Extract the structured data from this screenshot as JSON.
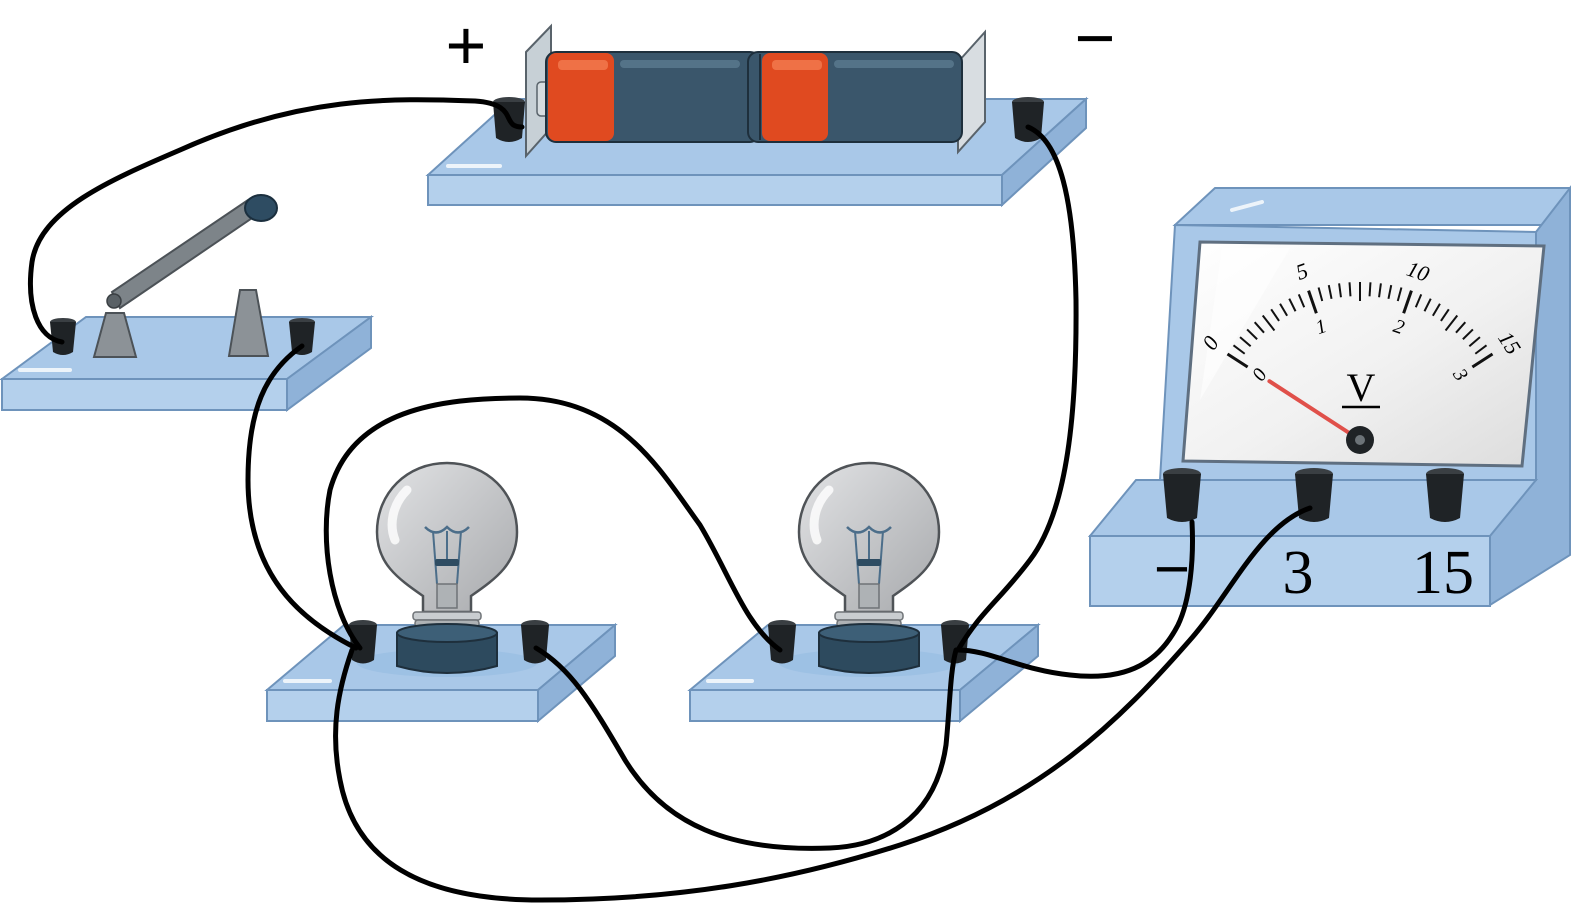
{
  "battery": {
    "positive_label": "+",
    "negative_label": "−"
  },
  "voltmeter": {
    "unit_label": "V",
    "outer_scale": [
      "0",
      "5",
      "10",
      "15"
    ],
    "inner_scale": [
      "0",
      "1",
      "2",
      "3"
    ],
    "terminals": [
      "−",
      "3",
      "15"
    ],
    "needle_reading": 0
  },
  "colors": {
    "board_top": "#a9c8e8",
    "board_edge": "#7fa6cf",
    "terminal": "#1f2326",
    "wire": "#000000",
    "battery_body": "#3a566b",
    "battery_band": "#e04a20",
    "bulb_glass": "#c4c5c7",
    "bulb_base": "#2d4a5e",
    "needle": "#e0504a"
  }
}
